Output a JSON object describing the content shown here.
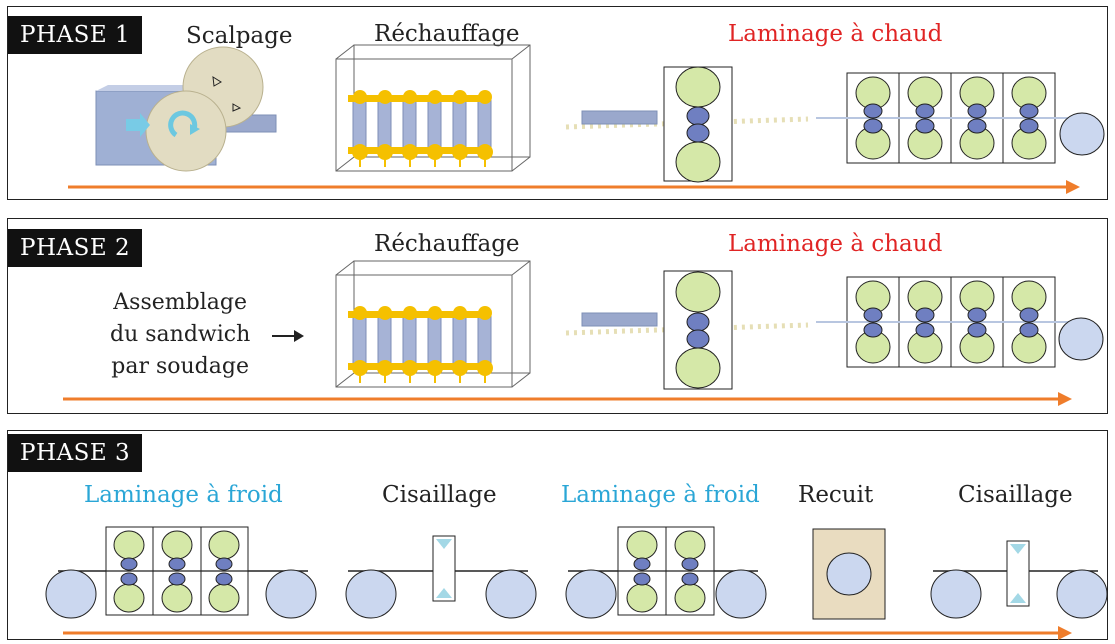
{
  "phase1": {
    "label": "PHASE 1",
    "steps": {
      "scalpage": "Scalpage",
      "reheat": "Réchauffage",
      "hot_rolling": "Laminage à chaud"
    }
  },
  "phase2": {
    "label": "PHASE 2",
    "assembly": [
      "Assemblage",
      "du sandwich",
      "par soudage"
    ],
    "steps": {
      "reheat": "Réchauffage",
      "hot_rolling": "Laminage à chaud"
    }
  },
  "phase3": {
    "label": "PHASE 3",
    "steps": {
      "cold_rolling_1": "Laminage à froid",
      "shearing_1": "Cisaillage",
      "cold_rolling_2": "Laminage à froid",
      "annealing": "Recuit",
      "shearing_2": "Cisaillage"
    }
  },
  "colors": {
    "arrow": "#ef7d2b",
    "hot_label": "#e02424",
    "cold_label": "#2aa6d6",
    "backup_roll": "#d5e8a8",
    "work_roll": "#6f7fc1",
    "coil": "#cbd7ef",
    "flame": "#f5c000",
    "furnace_annealing": "#e9dcc0"
  },
  "icons": [
    "scalping-disc-icon",
    "furnace-icon",
    "rolling-stand-icon",
    "coil-icon",
    "shear-icon",
    "annealing-furnace-icon",
    "process-arrow-icon"
  ]
}
